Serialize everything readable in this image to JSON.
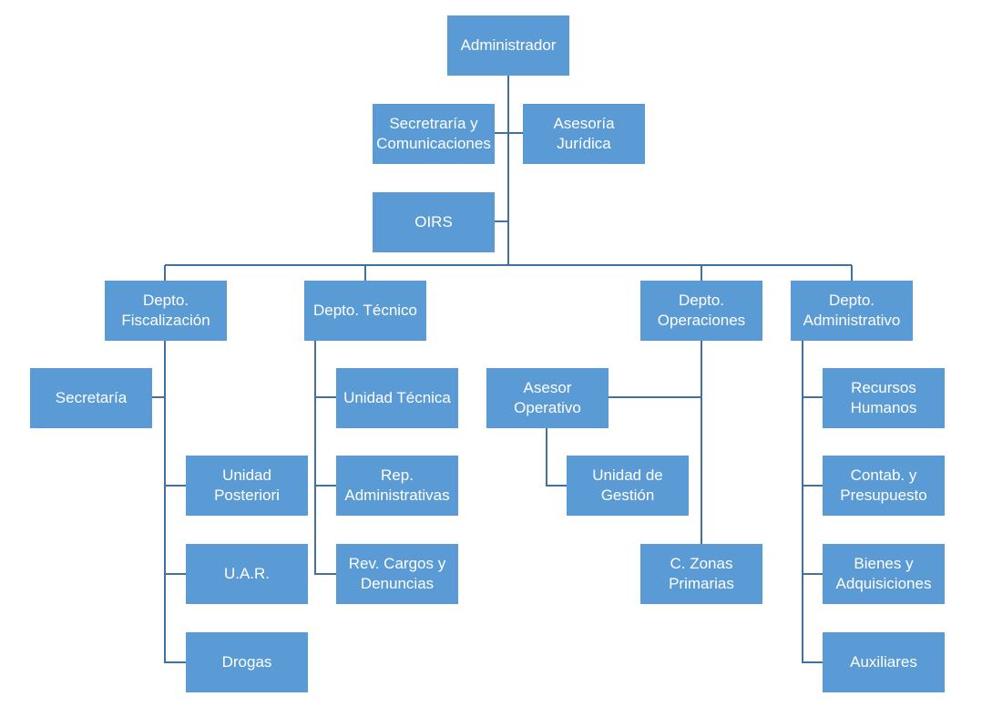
{
  "org_chart": {
    "admin": "Administrador",
    "secretaria_comunicaciones": "Secretraría y\nComunicaciones",
    "asesoria_juridica": "Asesoría\nJurídica",
    "oirs": "OIRS",
    "depto_fiscalizacion": "Depto.\nFiscalización",
    "depto_tecnico": "Depto. Técnico",
    "depto_operaciones": "Depto.\nOperaciones",
    "depto_administrativo": "Depto.\nAdministrativo",
    "secretaria": "Secretaría",
    "unidad_posteriori": "Unidad\nPosteriori",
    "uar": "U.A.R.",
    "drogas": "Drogas",
    "unidad_tecnica": "Unidad Técnica",
    "rep_administrativas": "Rep.\nAdministrativas",
    "rev_cargos": "Rev. Cargos y\nDenuncias",
    "asesor_operativo": "Asesor\nOperativo",
    "unidad_gestion": "Unidad de\nGestión",
    "zonas_primarias": "C. Zonas\nPrimarias",
    "recursos_humanos": "Recursos\nHumanos",
    "contab_presupuesto": "Contab. y\nPresupuesto",
    "bienes_adquisiciones": "Bienes y\nAdquisiciones",
    "auxiliares": "Auxiliares"
  },
  "colors": {
    "box": "#5b9bd5",
    "line": "#41719c",
    "text": "#ffffff"
  }
}
